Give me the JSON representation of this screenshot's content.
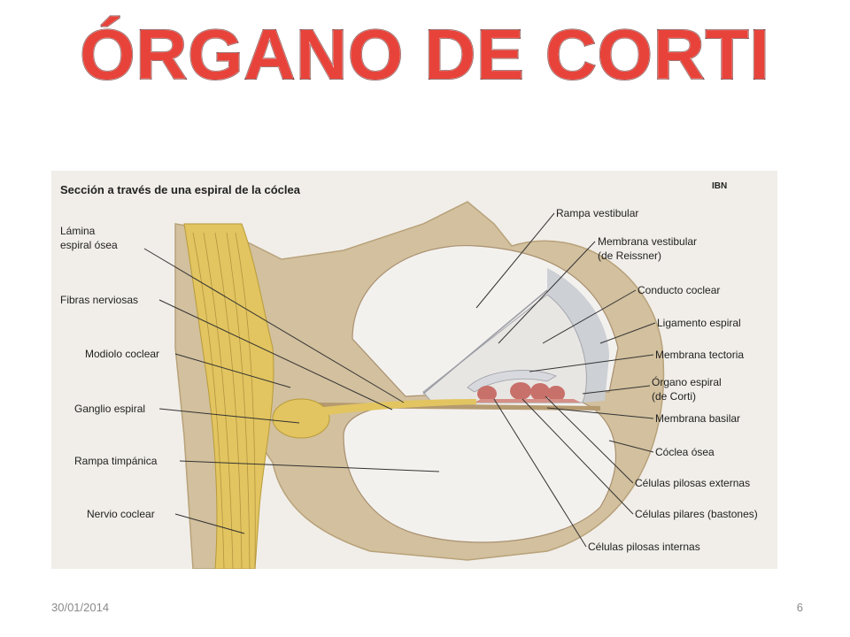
{
  "slide": {
    "title": "ÓRGANO DE CORTI",
    "date": "30/01/2014",
    "page_number": "6"
  },
  "figure": {
    "caption": "Sección a través de una espiral de la cóclea",
    "labels_left": [
      "Lámina",
      "espiral ósea",
      "Fibras nerviosas",
      "Modiolo coclear",
      "Ganglio espiral",
      "Rampa timpánica",
      "Nervio coclear"
    ],
    "labels_right": [
      "Rampa vestibular",
      "Membrana vestibular",
      "(de Reissner)",
      "Conducto coclear",
      "Ligamento espiral",
      "Membrana tectoria",
      "Órgano espiral",
      "(de Corti)",
      "Membrana basilar",
      "Cóclea ósea",
      "Células pilosas externas",
      "Células pilares (bastones)",
      "Células pilosas internas"
    ]
  },
  "colors": {
    "title": "#e8433a",
    "title_outline": "#5a1010",
    "bone": "#d2c09e",
    "nerve": "#e2c560",
    "cells": "#c8706a"
  }
}
